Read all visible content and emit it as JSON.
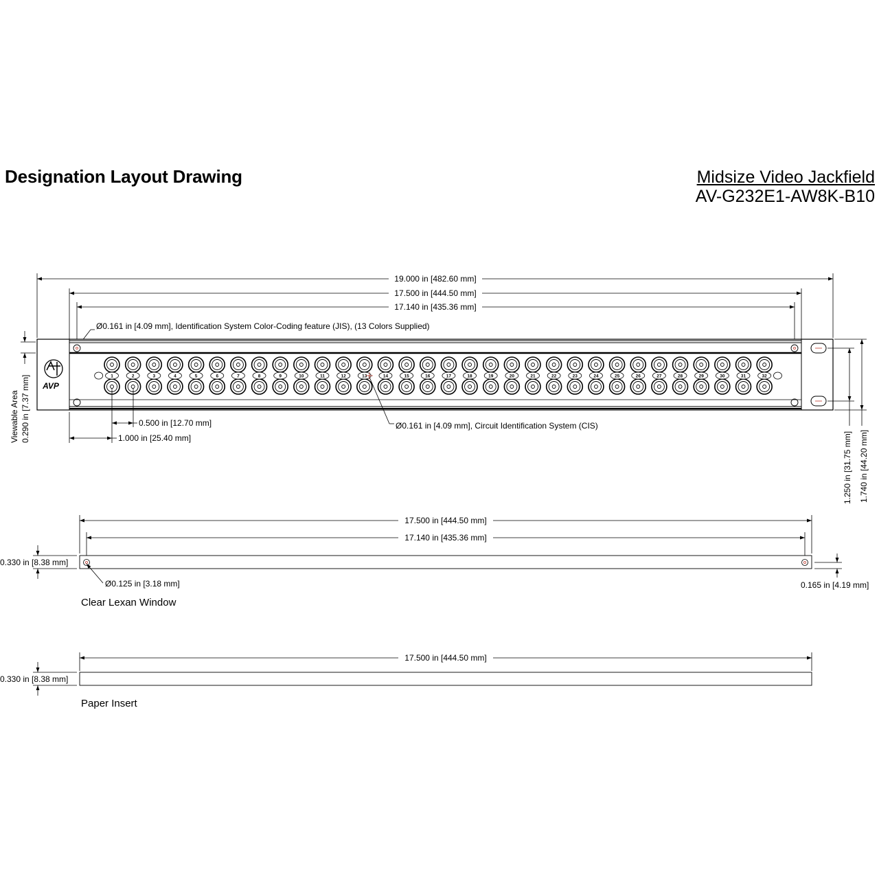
{
  "header": {
    "title": "Designation Layout Drawing",
    "product_name": "Midsize Video Jackfield",
    "part_number": "AV-G232E1-AW8K-B10"
  },
  "panel": {
    "dims": {
      "overall_width": "19.000 in [482.60 mm]",
      "panel_width": "17.500 in [444.50 mm]",
      "hole_spacing": "17.140 in [435.36 mm]",
      "jack_pitch": "0.500 in [12.70 mm]",
      "first_jack_offset": "1.000 in [25.40 mm]",
      "viewable_area_label": "Viewable Area",
      "viewable_area_value": "0.290 in [7.37 mm]",
      "rack_hole_spacing": "1.250 in [31.75 mm]",
      "panel_height": "1.740 in [44.20 mm]"
    },
    "callouts": {
      "jis": "Ø0.161 in [4.09 mm], Identification System Color-Coding feature (JIS), (13 Colors Supplied)",
      "cis": "Ø0.161 in [4.09 mm], Circuit Identification System (CIS)"
    },
    "logo_text": "AVP",
    "jack_labels": [
      "1",
      "2",
      "3",
      "4",
      "5",
      "6",
      "7",
      "8",
      "9",
      "10",
      "11",
      "12",
      "13",
      "14",
      "15",
      "16",
      "17",
      "18",
      "19",
      "20",
      "21",
      "22",
      "23",
      "24",
      "25",
      "26",
      "27",
      "28",
      "29",
      "30",
      "31",
      "32"
    ]
  },
  "lexan": {
    "caption": "Clear Lexan Window",
    "width": "17.500 in [444.50 mm]",
    "hole_spacing": "17.140 in [435.36 mm]",
    "height": "0.330 in [8.38 mm]",
    "hole_dia": "Ø0.125 in [3.18 mm]",
    "hole_center": "0.165 in [4.19 mm]"
  },
  "paper": {
    "caption": "Paper Insert",
    "width": "17.500 in [444.50 mm]",
    "height": "0.330 in [8.38 mm]"
  },
  "colors": {
    "line": "#000000",
    "accent": "#c0392b"
  }
}
